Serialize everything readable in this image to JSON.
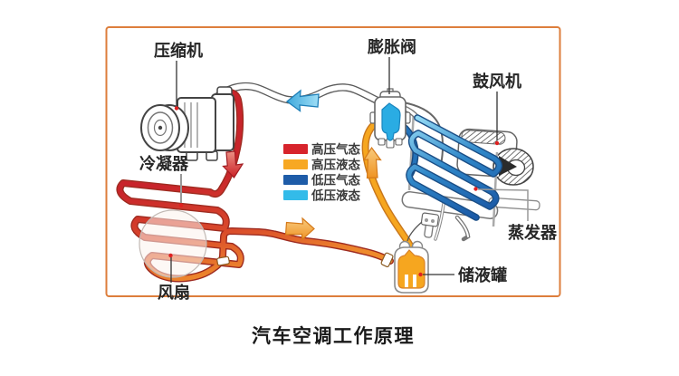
{
  "title": "汽车空调工作原理",
  "labels": {
    "compressor": "压缩机",
    "expansion_valve": "膨胀阀",
    "blower": "鼓风机",
    "condenser": "冷凝器",
    "evaporator": "蒸发器",
    "fan": "风扇",
    "receiver_drier": "储液罐"
  },
  "legend": {
    "items": [
      {
        "label": "高压气态",
        "color": "#D7242C"
      },
      {
        "label": "高压液态",
        "color": "#F7A823"
      },
      {
        "label": "低压气态",
        "color": "#1E5CA8"
      },
      {
        "label": "低压液态",
        "color": "#33BBE9"
      }
    ]
  },
  "colors": {
    "frame_border": "#DD7E3C",
    "high_pressure_gas": "#D7242C",
    "high_pressure_liquid": "#F6A61F",
    "low_pressure_gas": "#1E5CA8",
    "low_pressure_liquid": "#33BBE9",
    "pointer_dot": "#E02020"
  }
}
